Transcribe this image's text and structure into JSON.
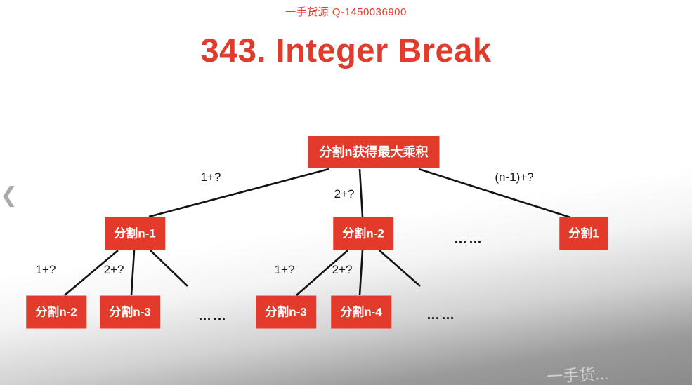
{
  "watermarks": {
    "top": "一手货源 Q-1450036900",
    "bottom": "一手货..."
  },
  "title": "343. Integer Break",
  "player": {
    "prev_icon": "❮"
  },
  "colors": {
    "accent": "#e23a2b",
    "node_bg": "#e23a2b",
    "node_text": "#ffffff",
    "line": "#131313"
  },
  "tree": {
    "root": "分割n获得最大乘积",
    "edge_labels": [
      "1+?",
      "2+?",
      "(n-1)+?",
      "1+?",
      "2+?",
      "1+?",
      "2+?"
    ],
    "nodes": {
      "l2_left": "分割n-1",
      "l2_mid": "分割n-2",
      "l2_right": "分割1",
      "l3_a": "分割n-2",
      "l3_b": "分割n-3",
      "l3_c": "分割n-3",
      "l3_d": "分割n-4"
    },
    "ellipses": {
      "l2": "……",
      "l3_left": "……",
      "l3_mid": "……"
    }
  }
}
